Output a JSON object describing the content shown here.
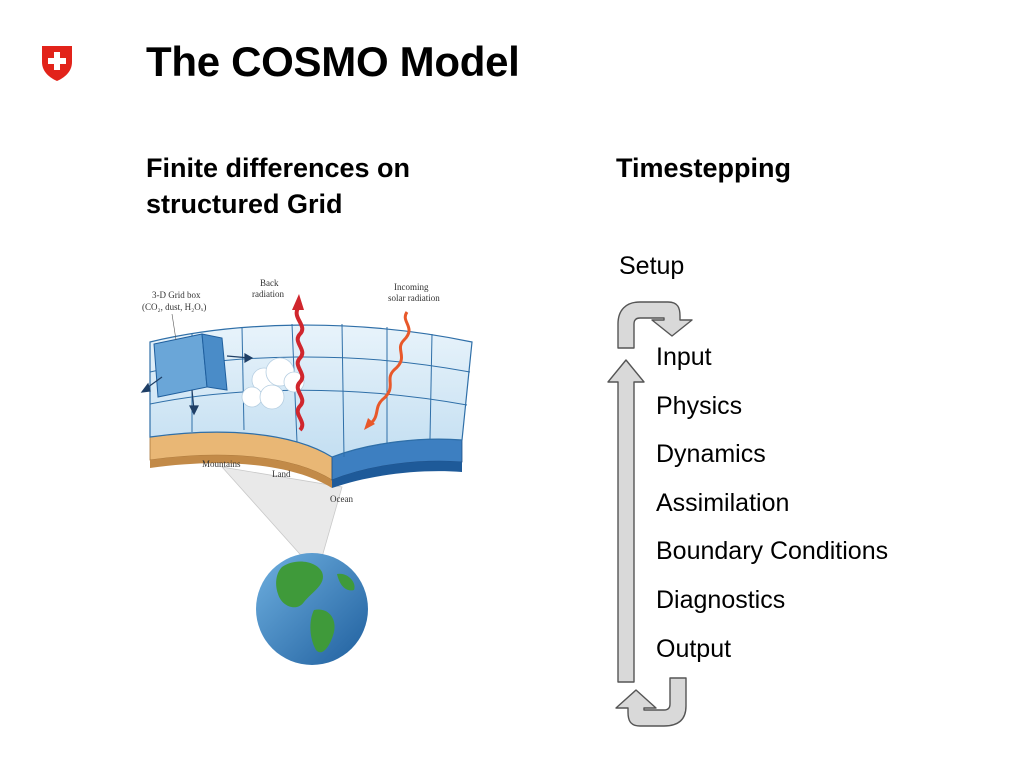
{
  "title": "The COSMO Model",
  "left_heading": {
    "line1": "Finite differences on",
    "line2": "structured Grid"
  },
  "right_heading": "Timestepping",
  "setup_label": "Setup",
  "loop_steps": [
    "Input",
    "Physics",
    "Dynamics",
    "Assimilation",
    "Boundary Conditions",
    "Diagnostics",
    "Output"
  ],
  "illustration": {
    "grid_box_label": "3-D Grid box",
    "grid_box_sublabel": "(CO₂, dust, H₂Oₓ)",
    "back_radiation_line1": "Back",
    "back_radiation_line2": "radiation",
    "incoming_line1": "Incoming",
    "incoming_line2": "solar radiation",
    "mountains": "Mountains",
    "land": "Land",
    "ocean": "Ocean"
  },
  "colors": {
    "logo_red": "#e2231a",
    "arrow_fill": "#d9d9d9",
    "arrow_stroke": "#555555",
    "atmosphere": "#cde5f5",
    "grid_lines": "#2f6fa8",
    "land": "#e9b775",
    "ocean": "#3d7fc1",
    "radiation_red": "#d0262d",
    "solar_orange": "#e8582a"
  },
  "icons": {
    "logo": "swiss-shield-icon",
    "loop_arrow": "cycle-arrow-icon"
  }
}
